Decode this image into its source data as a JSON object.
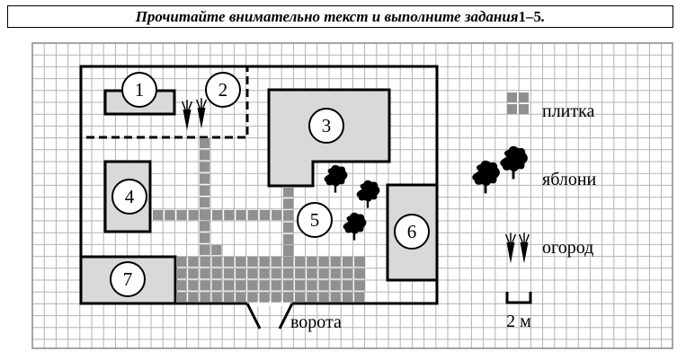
{
  "title": {
    "text": "Прочитайте внимательно текст и выполните задания ",
    "range": "1–5",
    "end": "."
  },
  "objects": [
    "1",
    "2",
    "3",
    "4",
    "5",
    "6",
    "7"
  ],
  "legend": {
    "tile": "плитка",
    "apple_trees": "яблони",
    "garden": "огород",
    "scale": "2 м"
  },
  "gate_label": "ворота",
  "colors": {
    "fill": "#d9d9d9",
    "tile": "#909090",
    "grid": "#b3b3b3"
  }
}
